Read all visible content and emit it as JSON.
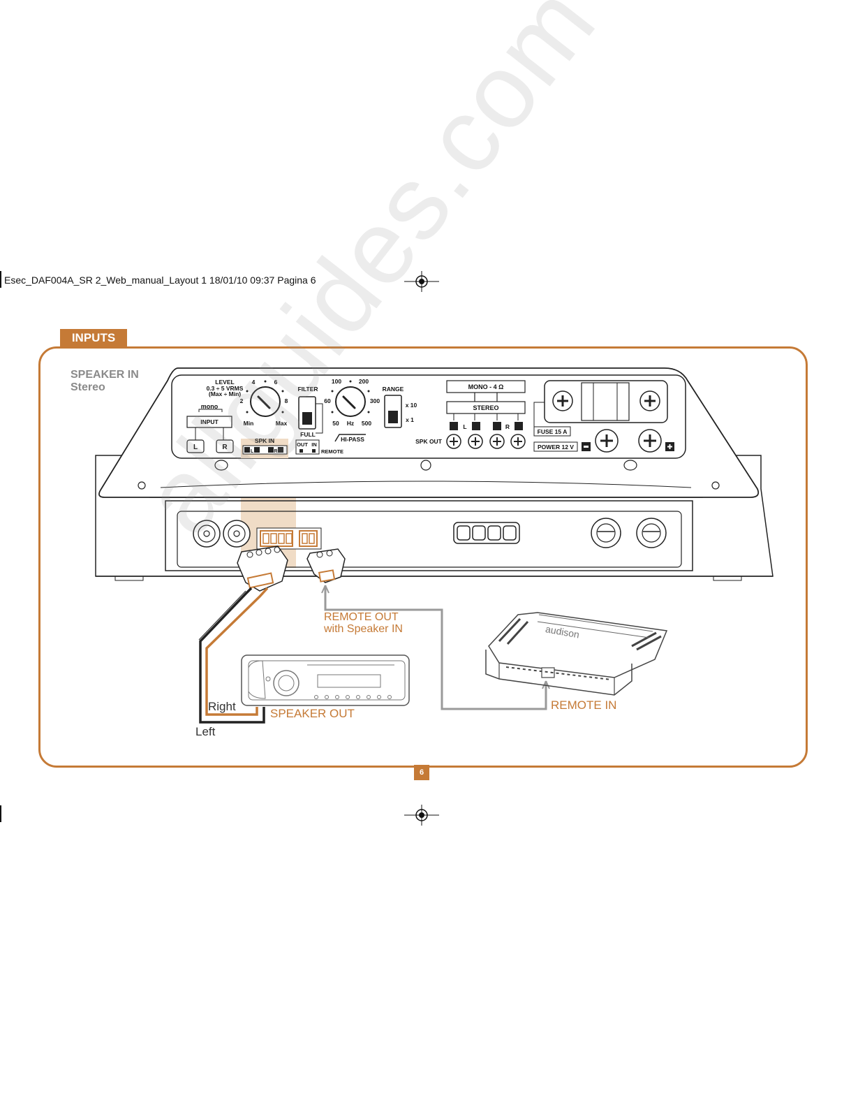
{
  "header": {
    "slug": "Esec_DAF004A_SR 2_Web_manual_Layout 1  18/01/10  09:37  Pagina 6"
  },
  "section": {
    "tab": "INPUTS",
    "title": "SPEAKER IN",
    "subtitle": "Stereo"
  },
  "panel": {
    "level_title": "LEVEL",
    "level_range": "0.3 ÷ 5 VRMS",
    "level_maxmin": "(Max ÷ Min)",
    "level_marks": [
      "2",
      "4",
      "6",
      "8"
    ],
    "level_min": "Min",
    "level_max": "Max",
    "mono": "mono",
    "input": "INPUT",
    "input_l": "L",
    "input_r": "R",
    "filter": "FILTER",
    "full": "FULL",
    "hipass": "HI-PASS",
    "freq_marks": [
      "60",
      "100",
      "200",
      "300",
      "500",
      "50",
      "Hz"
    ],
    "range": "RANGE",
    "range_x10": "x 10",
    "range_x1": "x 1",
    "spk_in": "SPK IN",
    "spk_in_l": "L",
    "spk_in_r": "R",
    "out": "OUT",
    "in": "IN",
    "remote": "REMOTE",
    "mono_4ohm": "MONO - 4 Ω",
    "stereo": "STEREO",
    "spk_out": "SPK OUT",
    "spk_out_l": "L",
    "spk_out_r": "R",
    "fuse": "FUSE 15 A",
    "power": "POWER 12 V"
  },
  "diagram": {
    "remote_out_1": "REMOTE OUT",
    "remote_out_2": "with Speaker IN",
    "speaker_out": "SPEAKER OUT",
    "right": "Right",
    "left": "Left",
    "remote_in": "REMOTE IN",
    "brand": "audison"
  },
  "watermark": "allguides.com",
  "footer": {
    "page": "6"
  },
  "colors": {
    "accent": "#c57a36",
    "highlight": "#f0dcc6",
    "line_gray": "#9a9a9a"
  }
}
